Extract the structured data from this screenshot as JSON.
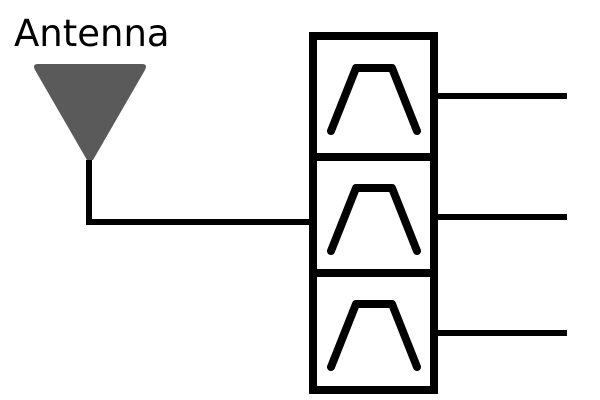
{
  "antenna": {
    "label": "Antenna",
    "color": "#5a5a5a"
  },
  "filter_bank": {
    "filter_count": 3,
    "filter_type": "bandpass"
  },
  "outputs": {
    "count": 3
  },
  "line_color": "#000000"
}
